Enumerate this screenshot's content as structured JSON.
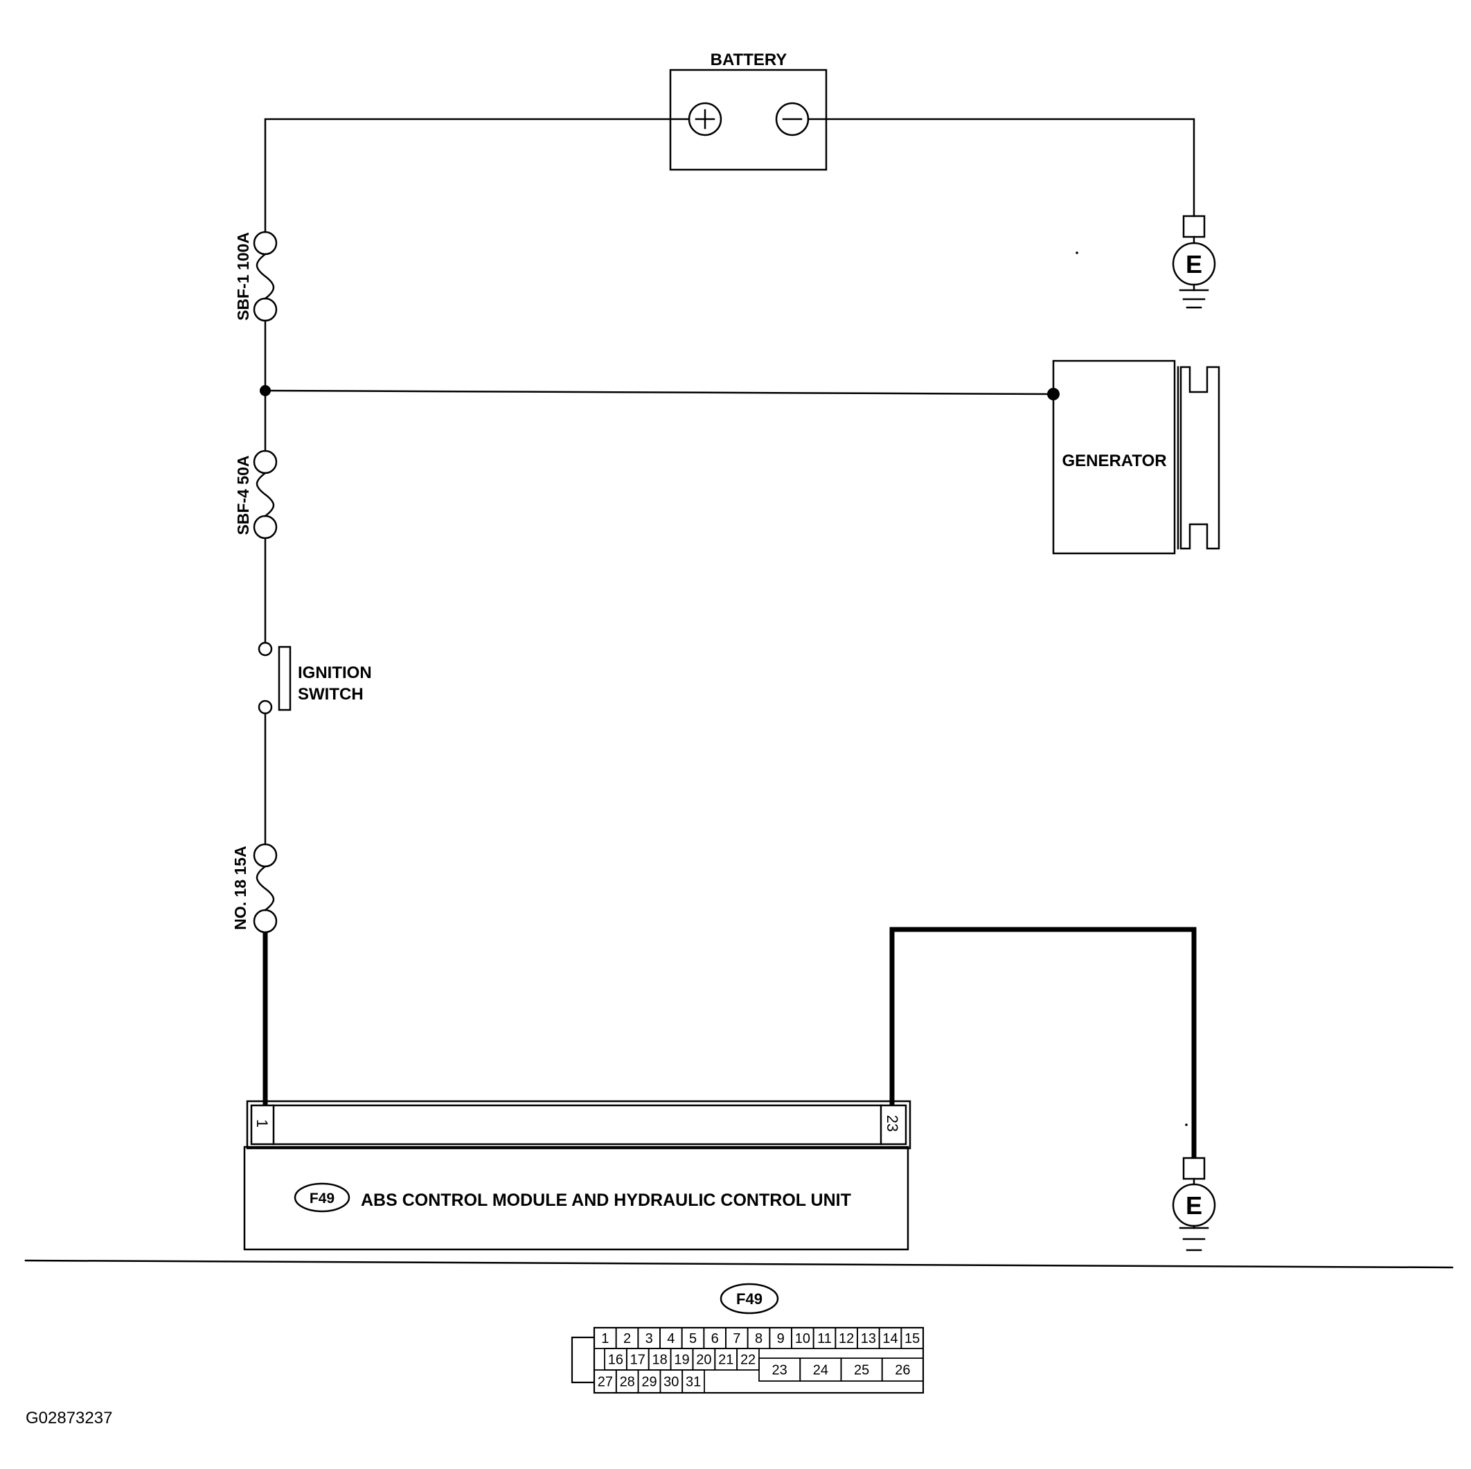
{
  "battery": {
    "label": "BATTERY"
  },
  "fuses": {
    "sbf1": "SBF-1 100A",
    "sbf4": "SBF-4 50A",
    "no18": "NO. 18 15A"
  },
  "ignition_switch": {
    "line1": "IGNITION",
    "line2": "SWITCH"
  },
  "generator": {
    "label": "GENERATOR"
  },
  "ground_symbol": "E",
  "module": {
    "connector_id": "F49",
    "name": "ABS CONTROL MODULE AND HYDRAULIC CONTROL UNIT",
    "pin_left": "1",
    "pin_right": "23"
  },
  "connector_f49": {
    "label": "F49",
    "row1": [
      "1",
      "2",
      "3",
      "4",
      "5",
      "6",
      "7",
      "8",
      "9",
      "10",
      "11",
      "12",
      "13",
      "14",
      "15"
    ],
    "row2": [
      "16",
      "17",
      "18",
      "19",
      "20",
      "21",
      "22"
    ],
    "large": [
      "23",
      "24",
      "25",
      "26"
    ],
    "row3": [
      "27",
      "28",
      "29",
      "30",
      "31"
    ]
  },
  "figure_id": "G02873237",
  "colors": {
    "line": "#000000",
    "background": "#ffffff"
  }
}
